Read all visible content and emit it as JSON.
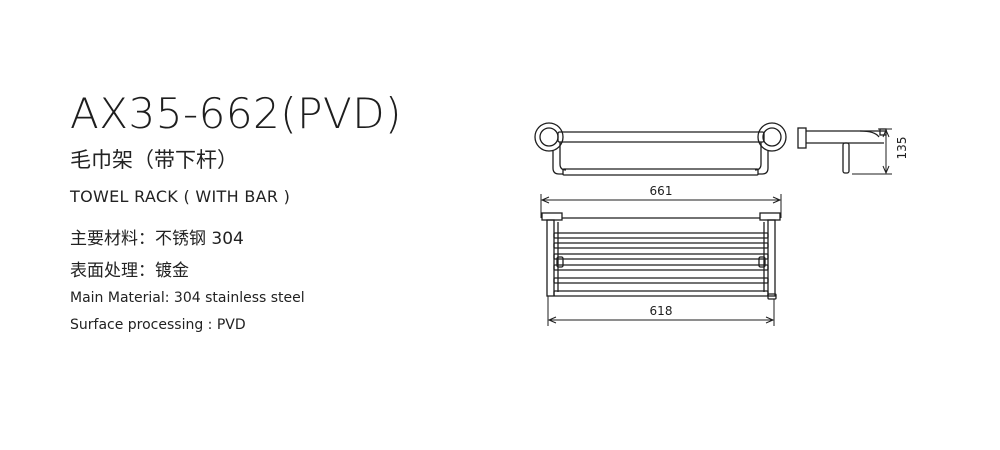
{
  "product": {
    "model": "AX35-662(PVD)",
    "name_zh": "毛巾架（带下杆）",
    "name_en": "TOWEL RACK ( WITH BAR )",
    "material_zh": "主要材料：不锈钢 304",
    "finish_zh": "表面处理：镀金",
    "material_en": "Main Material: 304 stainless steel",
    "finish_en": "Surface processing : PVD"
  },
  "drawing": {
    "dim_overall_width": "661",
    "dim_bar_width": "618",
    "dim_depth": "135",
    "line_color": "#1e1e1e"
  }
}
